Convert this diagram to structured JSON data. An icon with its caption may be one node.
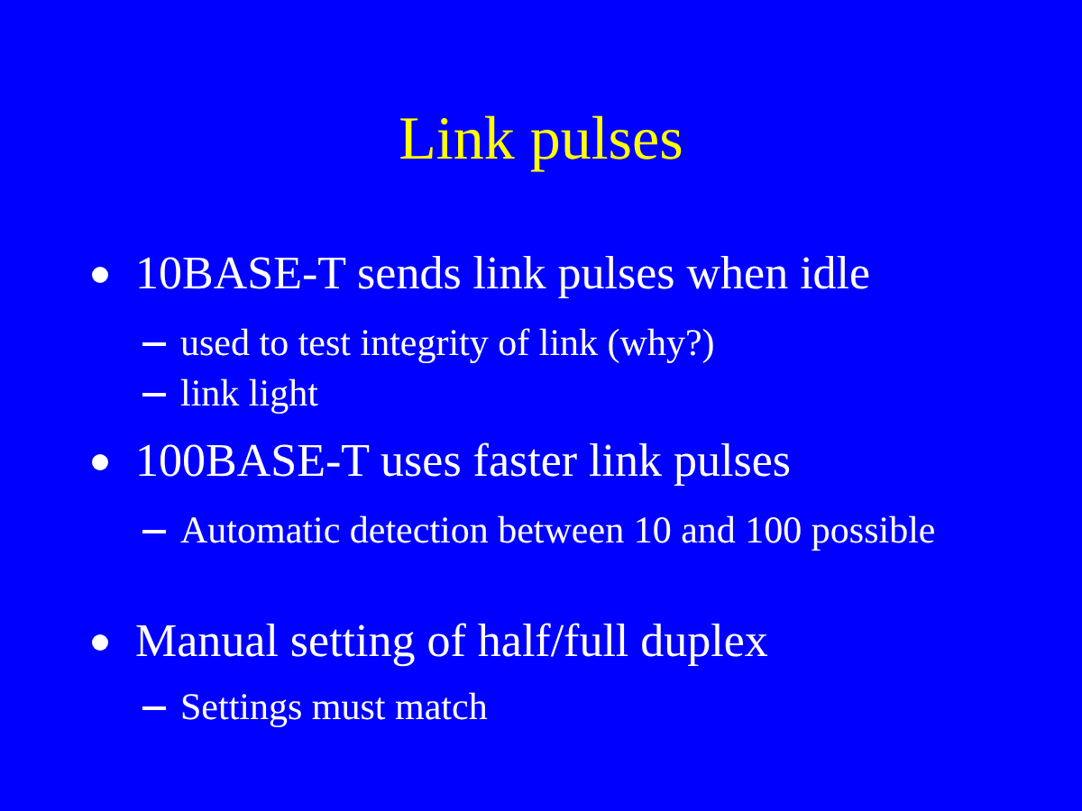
{
  "diagram": {
    "title": "Link pulses",
    "labels": [
      "10BASE-T sends link pulses when idle",
      "used to test integrity of link (why?)",
      "link light",
      "100BASE-T uses faster link pulses",
      "Automatic detection between 10 and 100 possible",
      "Manual setting of half/full duplex",
      "Settings must match"
    ]
  }
}
